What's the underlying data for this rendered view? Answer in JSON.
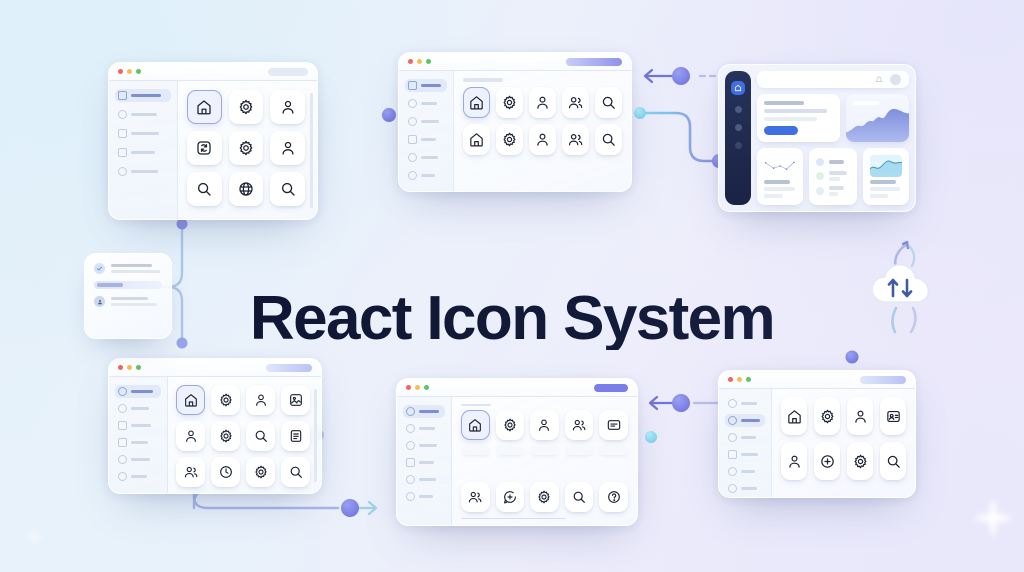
{
  "page": {
    "title": "React Icon System",
    "background_colors": {
      "top_left": "#dff0fa",
      "top_right": "#e6e5fb",
      "bottom_right": "#e9e8fb",
      "bottom_left": "#e7f2fb"
    },
    "accent_purple": "#7b7ee8",
    "accent_blue": "#3f6fe0",
    "accent_cyan": "#7fd6ef",
    "title_color": "#0d1430"
  },
  "traffic_lights": {
    "red": "#f2655a",
    "yellow": "#f4bf4f",
    "green": "#5fc466"
  },
  "windows": [
    {
      "id": "window-top-left",
      "titlebar_pill": "grey",
      "sidebar_items": 5,
      "sidebar_active_index": 0,
      "columns": 3,
      "icons": [
        "home-icon",
        "gear-icon",
        "user-icon",
        "refresh-box-icon",
        "gear-icon",
        "user-icon",
        "search-icon",
        "globe-icon",
        "search-icon"
      ],
      "selected_icon_index": 0
    },
    {
      "id": "window-top-center",
      "titlebar_pill": "gradient",
      "sidebar_items": 6,
      "sidebar_active_index": 0,
      "columns": 5,
      "icons": [
        "home-icon",
        "gear-icon",
        "user-icon",
        "users-icon",
        "search-icon",
        "home-icon",
        "gear-icon",
        "user-icon",
        "users-icon",
        "search-icon"
      ],
      "selected_icon_index": 0
    },
    {
      "id": "window-dashboard",
      "nav_items": 4,
      "nav_active_index": 0,
      "cards": [
        {
          "name": "summary-card",
          "has_button": true,
          "button_color": "#3f6fe0"
        },
        {
          "name": "area-chart-card",
          "chart": "area",
          "color": "#8e9ce4"
        },
        {
          "name": "scatter-chart-card",
          "chart": "scatter",
          "color": "#8e9ce4"
        },
        {
          "name": "list-card",
          "rows": 3
        },
        {
          "name": "wave-chart-card",
          "chart": "area",
          "color": "#6fc6e8"
        }
      ]
    },
    {
      "id": "window-bottom-left",
      "titlebar_pill": "soft",
      "sidebar_items": 6,
      "sidebar_active_index": 0,
      "columns": 4,
      "icons": [
        "home-icon",
        "gear-icon",
        "user-icon",
        "image-icon",
        "user-icon",
        "gear-icon",
        "search-icon",
        "document-icon",
        "users-icon",
        "clock-icon",
        "gear-icon",
        "search-icon"
      ],
      "selected_icon_index": 0
    },
    {
      "id": "window-bottom-center",
      "titlebar_pill": "solid",
      "sidebar_items": 6,
      "sidebar_active_index": 0,
      "columns": 5,
      "icons": [
        "home-icon",
        "gear-icon",
        "user-icon",
        "users-icon",
        "message-icon",
        "users-icon",
        "chat-plus-icon",
        "gear-icon",
        "search-icon",
        "help-icon"
      ],
      "label_placeholders": 5,
      "selected_icon_index": 0
    },
    {
      "id": "window-bottom-right",
      "titlebar_pill": "soft",
      "sidebar_items": 6,
      "sidebar_active_index": 1,
      "columns": 4,
      "icons": [
        "home-icon",
        "gear-icon",
        "user-icon",
        "id-card-icon",
        "user-icon",
        "plus-circle-icon",
        "gear-icon",
        "search-icon"
      ],
      "selected_icon_index": -1
    }
  ],
  "mini_card": {
    "id": "floating-profile-card",
    "rows": [
      {
        "icon": "check-circle-icon",
        "highlighted": false
      },
      {
        "icon": "",
        "highlighted": true
      },
      {
        "icon": "user-badge-icon",
        "highlighted": false
      }
    ]
  },
  "cloud": {
    "id": "cloud-sync",
    "icon": "cloud-sync-icon",
    "arrows": [
      "arrow-up",
      "arrow-down"
    ]
  },
  "connectors": [
    {
      "name": "connector-tl-to-tc",
      "endpoint": "purple-dot"
    },
    {
      "name": "connector-tc-to-dashboard",
      "endpoint": "arrow-left"
    },
    {
      "name": "connector-curve-to-dashboard",
      "endpoint": "purple-dot"
    },
    {
      "name": "connector-minicard-branch",
      "endpoint": "node-dots"
    },
    {
      "name": "connector-bl-to-bc",
      "endpoint": "purple-dot"
    },
    {
      "name": "connector-bc-to-br",
      "endpoint": "arrow-left"
    },
    {
      "name": "connector-bl-bottom",
      "endpoint": "arrow-right"
    },
    {
      "name": "connector-dashboard-vertical",
      "endpoint": "purple-dot"
    }
  ]
}
